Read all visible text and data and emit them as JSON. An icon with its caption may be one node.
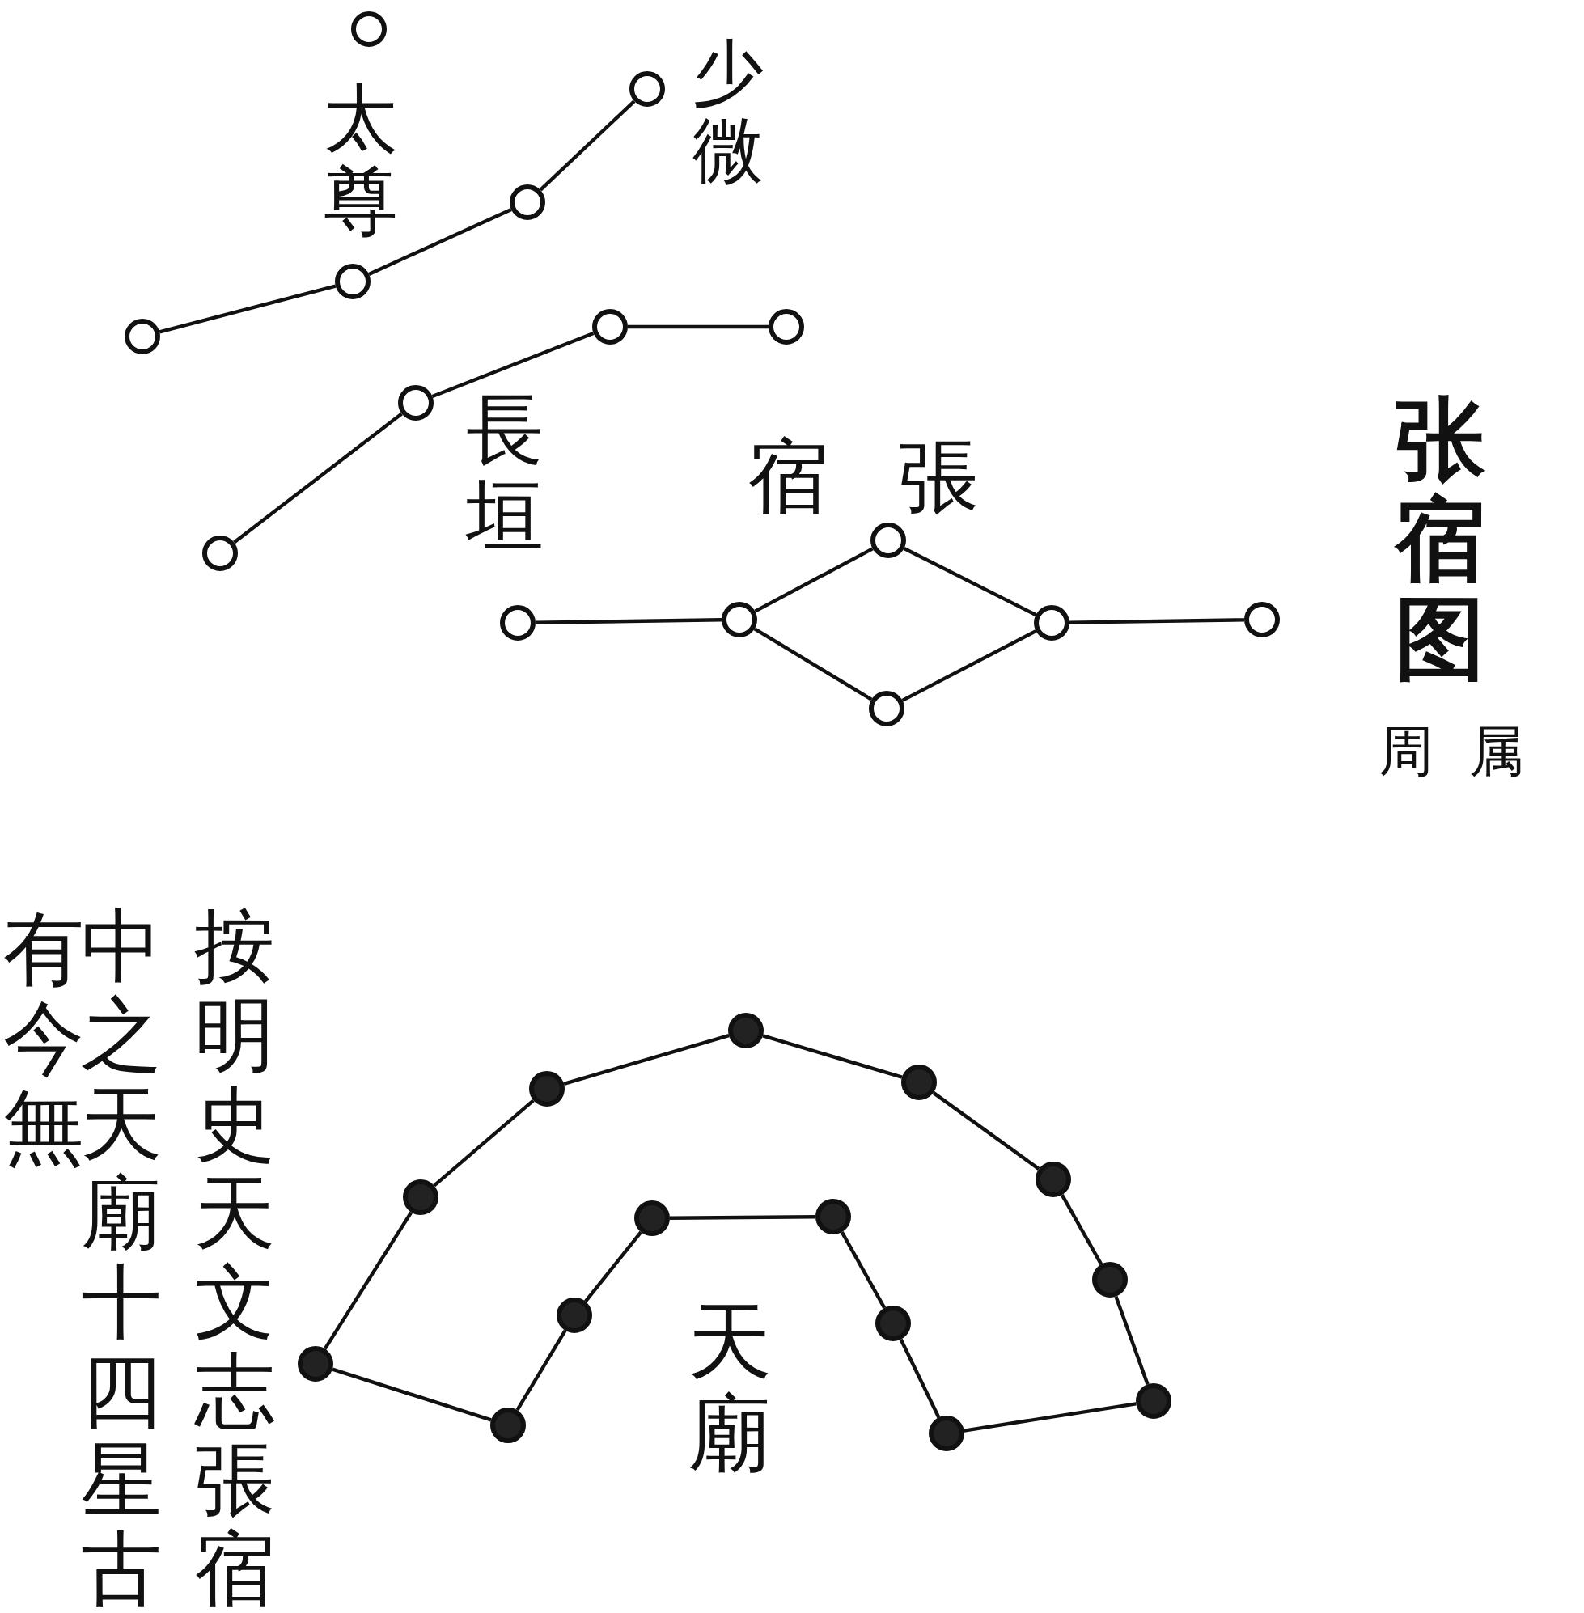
{
  "diagram": {
    "title": "张宿图",
    "nodes": [
      {
        "text": [],
        "shape": "circle",
        "beside": [
          "太尊"
        ]
      },
      {
        "text": [],
        "shape": "circle"
      },
      {
        "text": [],
        "shape": "circle"
      },
      {
        "text": [],
        "shape": "circle"
      },
      {
        "text": [],
        "shape": "circle"
      },
      {
        "text": [],
        "shape": "circle"
      },
      {
        "text": [],
        "shape": "circle"
      },
      {
        "text": [],
        "shape": "circle"
      },
      {
        "text": [],
        "shape": "circle"
      },
      {
        "text": [],
        "shape": "circle"
      },
      {
        "text": [],
        "shape": "circle"
      },
      {
        "text": [],
        "shape": "circle"
      },
      {
        "text": [],
        "shape": "circle"
      },
      {
        "text": [],
        "shape": "circle"
      },
      {
        "text": [],
        "shape": "circle"
      },
      {
        "text": [],
        "shape": "circle"
      },
      {
        "text": [],
        "shape": "circle"
      },
      {
        "text": [],
        "shape": "circle"
      },
      {
        "text": [],
        "shape": "circle"
      },
      {
        "text": [],
        "shape": "circle"
      },
      {
        "text": [],
        "shape": "circle"
      },
      {
        "text": [],
        "shape": "circle"
      },
      {
        "text": [],
        "shape": "circle"
      },
      {
        "text": [],
        "shape": "circle"
      },
      {
        "text": [],
        "shape": "circle"
      },
      {
        "text": [],
        "shape": "circle"
      },
      {
        "text": [],
        "shape": "circle"
      },
      {
        "text": [],
        "shape": "circle"
      },
      {
        "text": [],
        "shape": "circle"
      }
    ],
    "edges": [
      {
        "from": 1,
        "to": 2,
        "arrow": "none"
      },
      {
        "from": 2,
        "to": 3,
        "arrow": "none"
      },
      {
        "from": 3,
        "to": 4,
        "arrow": "none"
      },
      {
        "from": 5,
        "to": 6,
        "arrow": "none"
      },
      {
        "from": 6,
        "to": 7,
        "arrow": "none"
      },
      {
        "from": 7,
        "to": 8,
        "arrow": "none"
      },
      {
        "from": 9,
        "to": 10,
        "arrow": "none"
      },
      {
        "from": 10,
        "to": 11,
        "arrow": "none"
      },
      {
        "from": 10,
        "to": 12,
        "arrow": "none"
      },
      {
        "from": 11,
        "to": 13,
        "arrow": "none"
      },
      {
        "from": 12,
        "to": 13,
        "arrow": "none"
      },
      {
        "from": 13,
        "to": 14,
        "arrow": "none"
      },
      {
        "from": 15,
        "to": 16,
        "arrow": "none"
      },
      {
        "from": 16,
        "to": 17,
        "arrow": "none"
      },
      {
        "from": 17,
        "to": 18,
        "arrow": "none"
      },
      {
        "from": 18,
        "to": 19,
        "arrow": "none"
      },
      {
        "from": 19,
        "to": 20,
        "arrow": "none"
      },
      {
        "from": 20,
        "to": 21,
        "arrow": "none"
      },
      {
        "from": 21,
        "to": 22,
        "arrow": "none"
      },
      {
        "from": 22,
        "to": 28,
        "arrow": "none"
      },
      {
        "from": 28,
        "to": 27,
        "arrow": "none"
      },
      {
        "from": 27,
        "to": 26,
        "arrow": "none"
      },
      {
        "from": 26,
        "to": 25,
        "arrow": "none"
      },
      {
        "from": 25,
        "to": 24,
        "arrow": "none"
      },
      {
        "from": 24,
        "to": 23,
        "arrow": "none"
      },
      {
        "from": 23,
        "to": 15,
        "arrow": "none"
      }
    ],
    "labels": [
      "少微",
      "長垣",
      "宿",
      "張",
      "周",
      "属",
      "按明史天文志張宿",
      "中之天廟十四星古",
      "有今無",
      "天廟"
    ]
  }
}
